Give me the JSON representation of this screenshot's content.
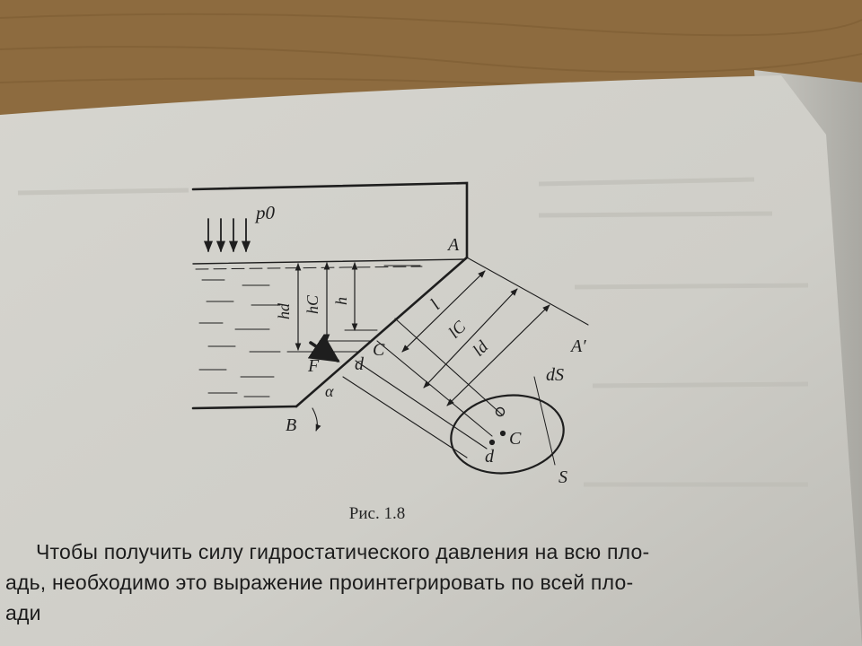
{
  "figure": {
    "labels": {
      "p0": "p0",
      "A": "A",
      "A_prime": "A′",
      "B": "B",
      "F": "F",
      "C_wall": "C",
      "d_wall": "d",
      "C_plane": "C",
      "d_plane": "d",
      "hd": "hd",
      "hC": "hC",
      "h": "h",
      "l": "l",
      "lC": "lC",
      "ld": "ld",
      "alpha": "α",
      "dS": "dS",
      "S": "S"
    },
    "caption": "Рис. 1.8"
  },
  "text": {
    "line1": "Чтобы получить силу гидростатического давления на всю пло-",
    "line2": "адь, необходимо это выражение проинтегрировать по всей пло-",
    "line3": "ади"
  }
}
